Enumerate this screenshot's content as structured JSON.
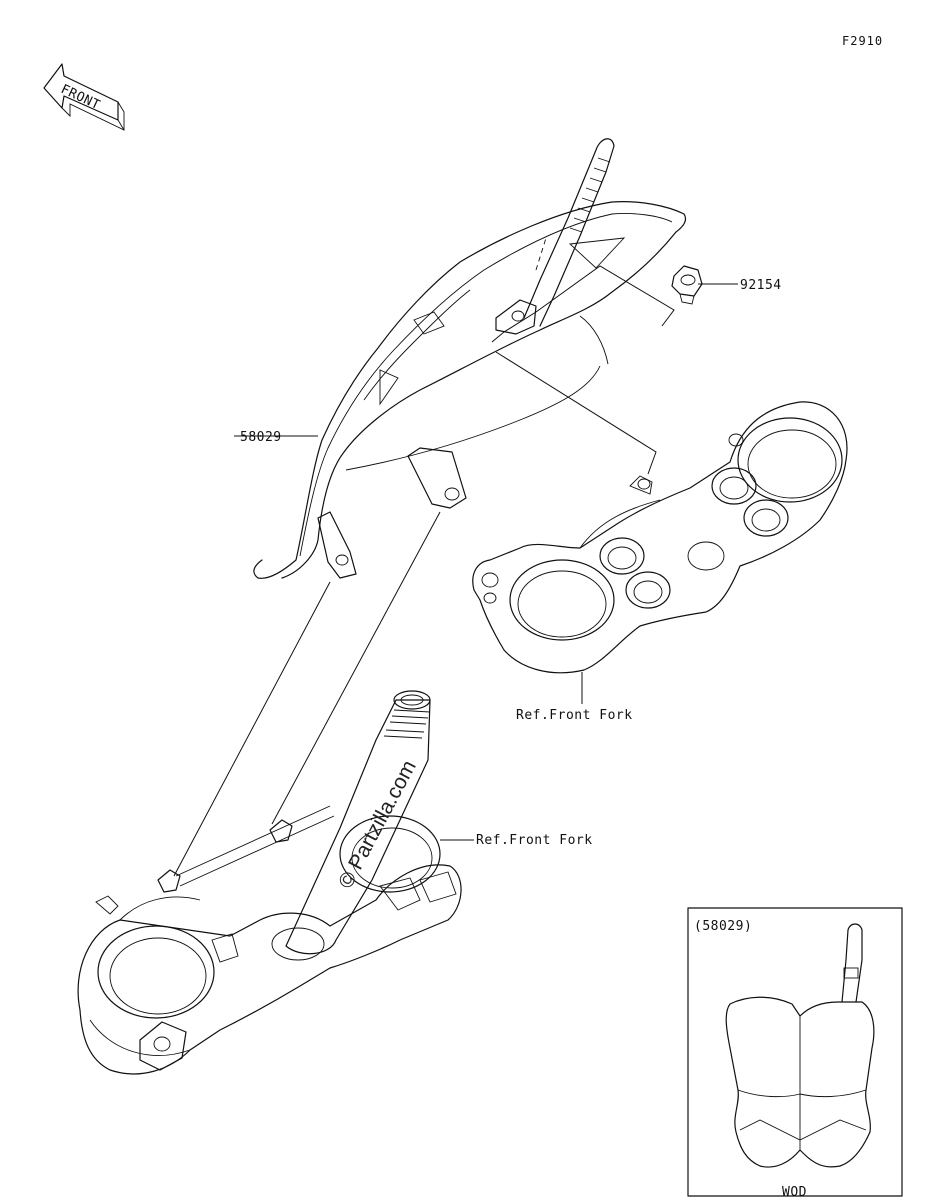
{
  "diagram": {
    "figure_code": "F2910",
    "front_label": "FRONT",
    "watermark": "© Partzilla.com",
    "callouts": [
      {
        "id": "number-plate",
        "text": "58029"
      },
      {
        "id": "collar-bolt",
        "text": "92154"
      },
      {
        "id": "ref-upper-bracket",
        "text": "Ref.Front Fork"
      },
      {
        "id": "ref-lower-bracket",
        "text": "Ref.Front Fork"
      }
    ],
    "inset": {
      "label": "(58029)",
      "caption": "WOD"
    }
  }
}
